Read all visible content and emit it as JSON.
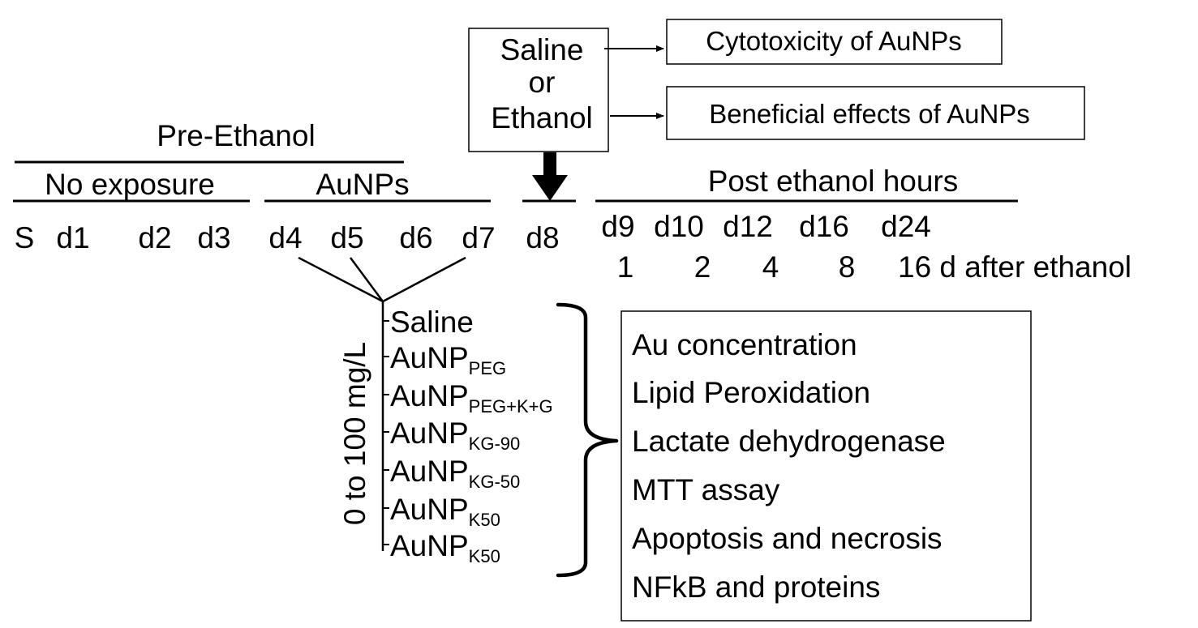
{
  "treatment_box": {
    "line1": "Saline",
    "line2": "or",
    "line3": "Ethanol"
  },
  "outcomes": {
    "cytotoxicity": "Cytotoxicity of AuNPs",
    "beneficial": "Beneficial effects of AuNPs"
  },
  "timeline": {
    "pre_ethanol_header": "Pre-Ethanol",
    "no_exposure_header": "No exposure",
    "aunps_header": "AuNPs",
    "post_header": "Post ethanol hours",
    "days": {
      "s": "S",
      "d1": "d1",
      "d2": "d2",
      "d3": "d3",
      "d4": "d4",
      "d5": "d5",
      "d6": "d6",
      "d7": "d7",
      "d8": "d8",
      "d9": "d9",
      "d10": "d10",
      "d12": "d12",
      "d16": "d16",
      "d24": "d24"
    },
    "post_counts": {
      "c1": "1",
      "c2": "2",
      "c4": "4",
      "c8": "8",
      "c16": "16 d after ethanol"
    }
  },
  "dose_label": "0 to 100 mg/L",
  "treatments": [
    {
      "base": "Saline",
      "sub": ""
    },
    {
      "base": "AuNP",
      "sub": "PEG"
    },
    {
      "base": "AuNP",
      "sub": "PEG+K+G"
    },
    {
      "base": "AuNP",
      "sub": "KG-90"
    },
    {
      "base": "AuNP",
      "sub": "KG-50"
    },
    {
      "base": "AuNP",
      "sub": "K50"
    },
    {
      "base": "AuNP",
      "sub": "K50"
    }
  ],
  "assays": [
    "Au concentration",
    "Lipid Peroxidation",
    "Lactate dehydrogenase",
    "MTT assay",
    "Apoptosis and necrosis",
    "NFkB and proteins"
  ]
}
